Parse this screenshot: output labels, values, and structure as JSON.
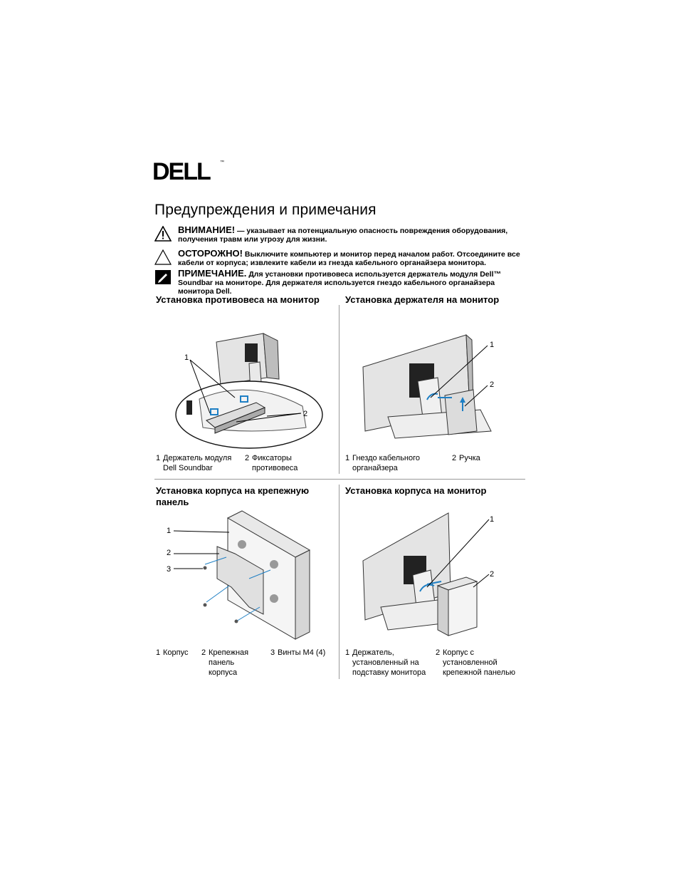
{
  "brand": {
    "logo_text": "DELL",
    "tm": "™"
  },
  "title": "Предупреждения и примечания",
  "notes": {
    "warning": {
      "keyword": "ВНИМАНИЕ!",
      "text": " — указывает на потенциальную опасность повреждения оборудования, получения травм или угрозу для жизни."
    },
    "caution": {
      "keyword": "ОСТОРОЖНО!",
      "text": " Выключите компьютер и монитор перед началом работ. Отсоедините все кабели от корпуса; извлеките кабели из гнезда кабельного органайзера монитора."
    },
    "note": {
      "keyword": "ПРИМЕЧАНИЕ.",
      "text": " Для установки противовеса используется держатель модуля Dell™ Soundbar на мониторе. Для держателя используется гнездо кабельного органайзера монитора Dell."
    }
  },
  "sections": {
    "s1": {
      "title": "Установка противовеса на монитор",
      "callouts": [
        "1",
        "2"
      ],
      "captions": [
        {
          "num": "1",
          "line1": "Держатель модуля",
          "line2": "Dell Soundbar"
        },
        {
          "num": "2",
          "line1": "Фиксаторы",
          "line2": "противовеса"
        }
      ]
    },
    "s2": {
      "title": "Установка держателя на монитор",
      "callouts": [
        "1",
        "2"
      ],
      "captions": [
        {
          "num": "1",
          "line1": "Гнездо кабельного",
          "line2": "органайзера"
        },
        {
          "num": "2",
          "line1": "Ручка",
          "line2": ""
        }
      ]
    },
    "s3": {
      "title_line1": "Установка корпуса на крепежную",
      "title_line2": "панель",
      "callouts": [
        "1",
        "2",
        "3"
      ],
      "captions": [
        {
          "num": "1",
          "line1": "Корпус",
          "line2": "",
          "line3": ""
        },
        {
          "num": "2",
          "line1": "Крепежная",
          "line2": "панель",
          "line3": "корпуса"
        },
        {
          "num": "3",
          "line1": "Винты M4 (4)",
          "line2": "",
          "line3": ""
        }
      ]
    },
    "s4": {
      "title": "Установка корпуса на монитор",
      "callouts": [
        "1",
        "2"
      ],
      "captions": [
        {
          "num": "1",
          "line1": "Держатель,",
          "line2": "установленный на",
          "line3": "подставку монитора"
        },
        {
          "num": "2",
          "line1": "Корпус с",
          "line2": "установленной",
          "line3": "крепежной панелью"
        }
      ]
    }
  },
  "colors": {
    "accent_blue": "#1e7fc4",
    "gray_device": "#cfcfcf",
    "dark": "#1a1a1a"
  }
}
